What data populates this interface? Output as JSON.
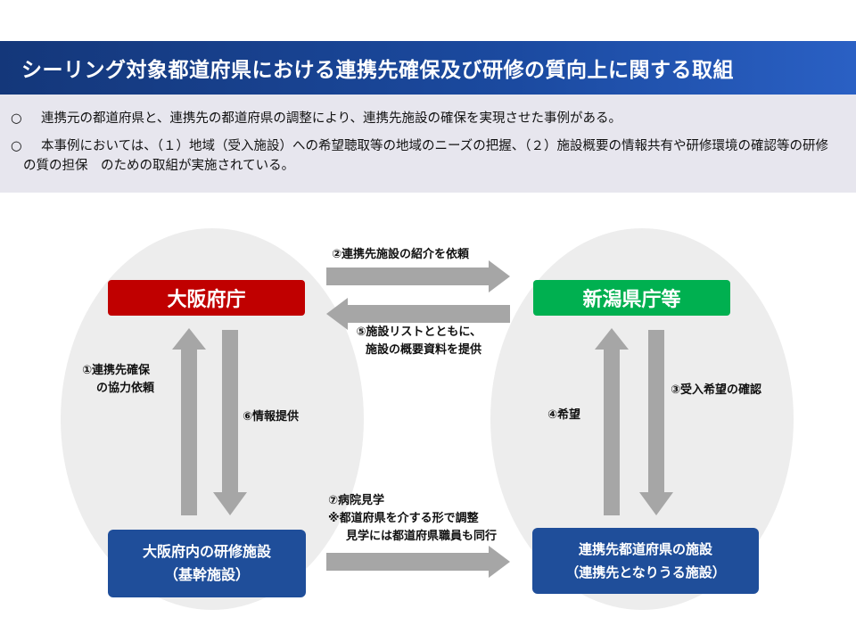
{
  "title": "シーリング対象都道府県における連携先確保及び研修の質向上に関する取組",
  "bullets": [
    {
      "mark": "○",
      "text": "連携元の都道府県と、連携先の都道府県の調整により、連携先施設の確保を実現させた事例がある。"
    },
    {
      "mark": "○",
      "text": "本事例においては、（１）地域（受入施設）への希望聴取等の地域のニーズの把握、（２）施設概要の情報共有や研修環境の確認等の研修の質の担保　のための取組が実施されている。"
    }
  ],
  "nodes": {
    "osaka_gov": "大阪府庁",
    "niigata_gov": "新潟県庁等",
    "osaka_facility_line1": "大阪府内の研修施設",
    "osaka_facility_line2": "（基幹施設）",
    "partner_facility_line1": "連携先都道府県の施設",
    "partner_facility_line2": "（連携先となりうる施設）"
  },
  "edges": {
    "e1_line1": "①連携先確保",
    "e1_line2": "の協力依頼",
    "e2": "②連携先施設の紹介を依頼",
    "e3": "③受入希望の確認",
    "e4": "④希望",
    "e5_line1": "⑤施設リストとともに、",
    "e5_line2": "施設の概要資料を提供",
    "e6": "⑥情報提供",
    "e7_line1": "⑦病院見学",
    "e7_line2": "※都道府県を介する形で調整",
    "e7_line3": "見学には都道府県職員も同行"
  },
  "colors": {
    "title_bar": "#1b4aa0",
    "summary_bg": "#e7e6ee",
    "osaka_gov": "#c00000",
    "niigata_gov": "#00b050",
    "facility": "#1f4e9a",
    "arrow": "#a6a6a6",
    "region_circle": "#ededed"
  }
}
